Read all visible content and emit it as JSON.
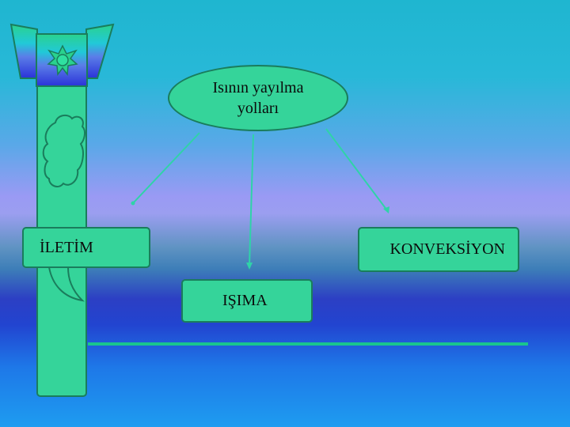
{
  "title": {
    "line1": "Isının yayılma",
    "line2": "yolları"
  },
  "branches": {
    "left": "İLETİM",
    "right": "KONVEKSİYON",
    "center": "IŞIMA"
  },
  "colors": {
    "shape_fill": "#35d49a",
    "shape_border": "#1a7d5c",
    "connector": "#2fd3a8",
    "rule_line": "#19c48e"
  }
}
